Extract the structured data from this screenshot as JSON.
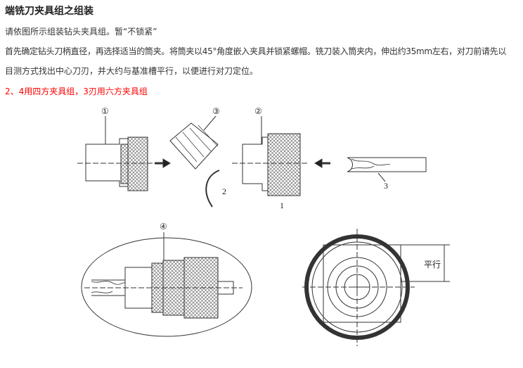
{
  "title": "端铣刀夹具组之组装",
  "paragraphs": [
    "请依图所示组装钻头夹具组。暂“不锁紧”",
    "首先确定钻头刀柄直径，再选择适当的筒夹。将筒夹以45°角度嵌入夹具并锁紧螺帽。铣刀装入筒夹内，伸出约35mm左右，对刀前请先以",
    "目测方式找出中心刀刃，并大约与基准槽平行，以便进行对刀定位。"
  ],
  "note": "2、4用四方夹具组，3刃用六方夹具组",
  "diagram": {
    "labels": {
      "c1": "①",
      "c2": "②",
      "c3": "③",
      "c4": "④",
      "n1": "1",
      "n2": "2",
      "n3": "3",
      "parallel": "平行"
    }
  }
}
